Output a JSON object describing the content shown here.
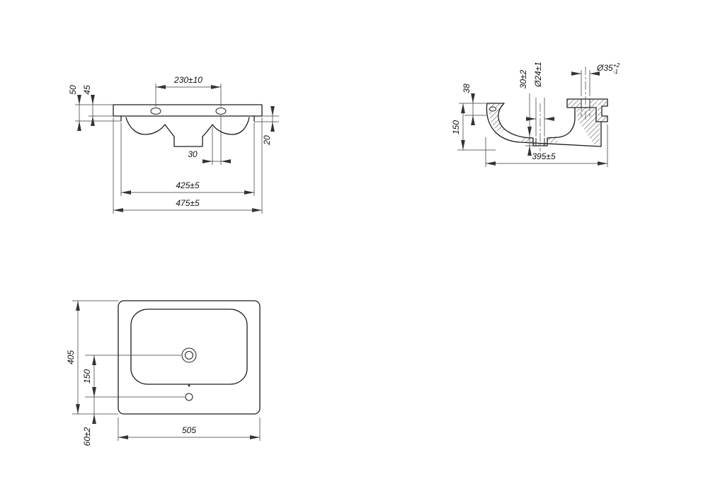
{
  "front_view": {
    "hole_spacing": "230±10",
    "ledge_height": "50",
    "hole_height": "45",
    "hole_offset": "30",
    "lip_height": "20",
    "inner_width": "425±5",
    "overall_width": "475±5"
  },
  "side_view": {
    "deck_thickness": "38",
    "overall_height": "150",
    "drain_boss_height": "30±2",
    "drain_diameter": "Ø24±1",
    "faucet_hole_diameter": "Ø35",
    "faucet_hole_tol_upper": "+2",
    "faucet_hole_tol_lower": "-1",
    "overall_depth": "395±5"
  },
  "plan_view": {
    "overall_depth": "405",
    "drain_to_overflow": "150",
    "overflow_to_edge": "60±2",
    "overall_width": "505"
  }
}
